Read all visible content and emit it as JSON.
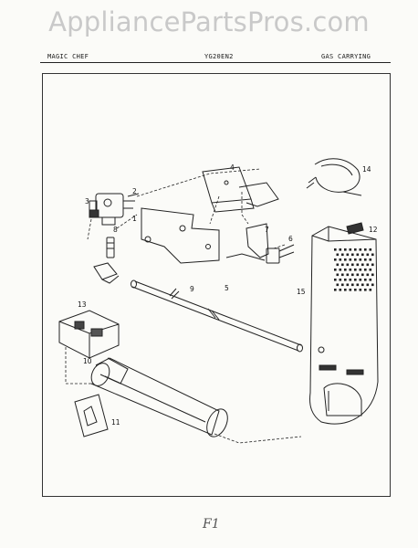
{
  "watermark": "AppliancePartsPros.com",
  "header": {
    "brand": "MAGIC CHEF",
    "model": "YG20EN2",
    "section": "GAS CARRYING"
  },
  "callouts": [
    "1",
    "2",
    "3",
    "4",
    "5",
    "6",
    "7",
    "8",
    "9",
    "10",
    "11",
    "12",
    "13",
    "14",
    "15"
  ],
  "footer_mark": "F1"
}
